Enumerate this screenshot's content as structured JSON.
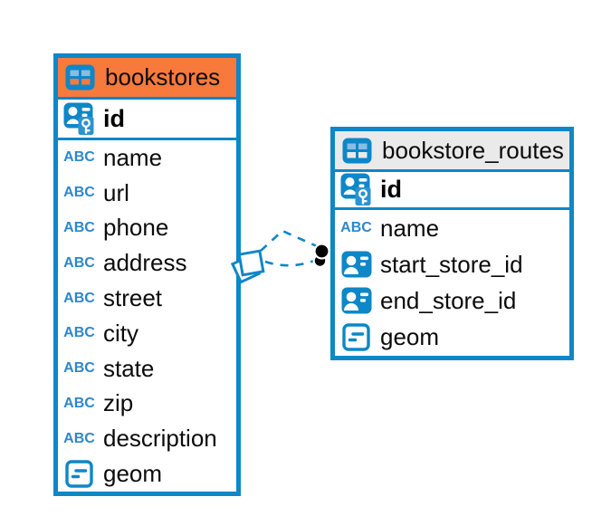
{
  "diagram": {
    "canvas_bg": "#ffffff",
    "accent_blue": "#0d87c8",
    "text_type_badge": "ABC",
    "tables": [
      {
        "title": "bookstores",
        "header_bg": "#f8793c",
        "entity_icon": "table-icon",
        "primary_key": {
          "label": "id",
          "type_icon": "primary-key-icon"
        },
        "columns": [
          {
            "label": "name",
            "type_icon": "text-type-icon"
          },
          {
            "label": "url",
            "type_icon": "text-type-icon"
          },
          {
            "label": "phone",
            "type_icon": "text-type-icon"
          },
          {
            "label": "address",
            "type_icon": "text-type-icon"
          },
          {
            "label": "street",
            "type_icon": "text-type-icon"
          },
          {
            "label": "city",
            "type_icon": "text-type-icon"
          },
          {
            "label": "state",
            "type_icon": "text-type-icon"
          },
          {
            "label": "zip",
            "type_icon": "text-type-icon"
          },
          {
            "label": "description",
            "type_icon": "text-type-icon"
          },
          {
            "label": "geom",
            "type_icon": "geometry-type-icon"
          }
        ]
      },
      {
        "title": "bookstore_routes",
        "header_bg": "#eaeaea",
        "entity_icon": "table-icon",
        "primary_key": {
          "label": "id",
          "type_icon": "primary-key-icon"
        },
        "columns": [
          {
            "label": "name",
            "type_icon": "text-type-icon"
          },
          {
            "label": "start_store_id",
            "type_icon": "foreign-key-icon"
          },
          {
            "label": "end_store_id",
            "type_icon": "foreign-key-icon"
          },
          {
            "label": "geom",
            "type_icon": "geometry-type-icon"
          }
        ]
      }
    ],
    "relationships": [
      {
        "from_table": "bookstores",
        "to_table": "bookstore_routes",
        "line_style": "dashed",
        "source_marker": "diamond",
        "target_marker": "filled-dot"
      },
      {
        "from_table": "bookstores",
        "to_table": "bookstore_routes",
        "line_style": "dashed",
        "source_marker": "diamond",
        "target_marker": "filled-dot"
      }
    ]
  }
}
